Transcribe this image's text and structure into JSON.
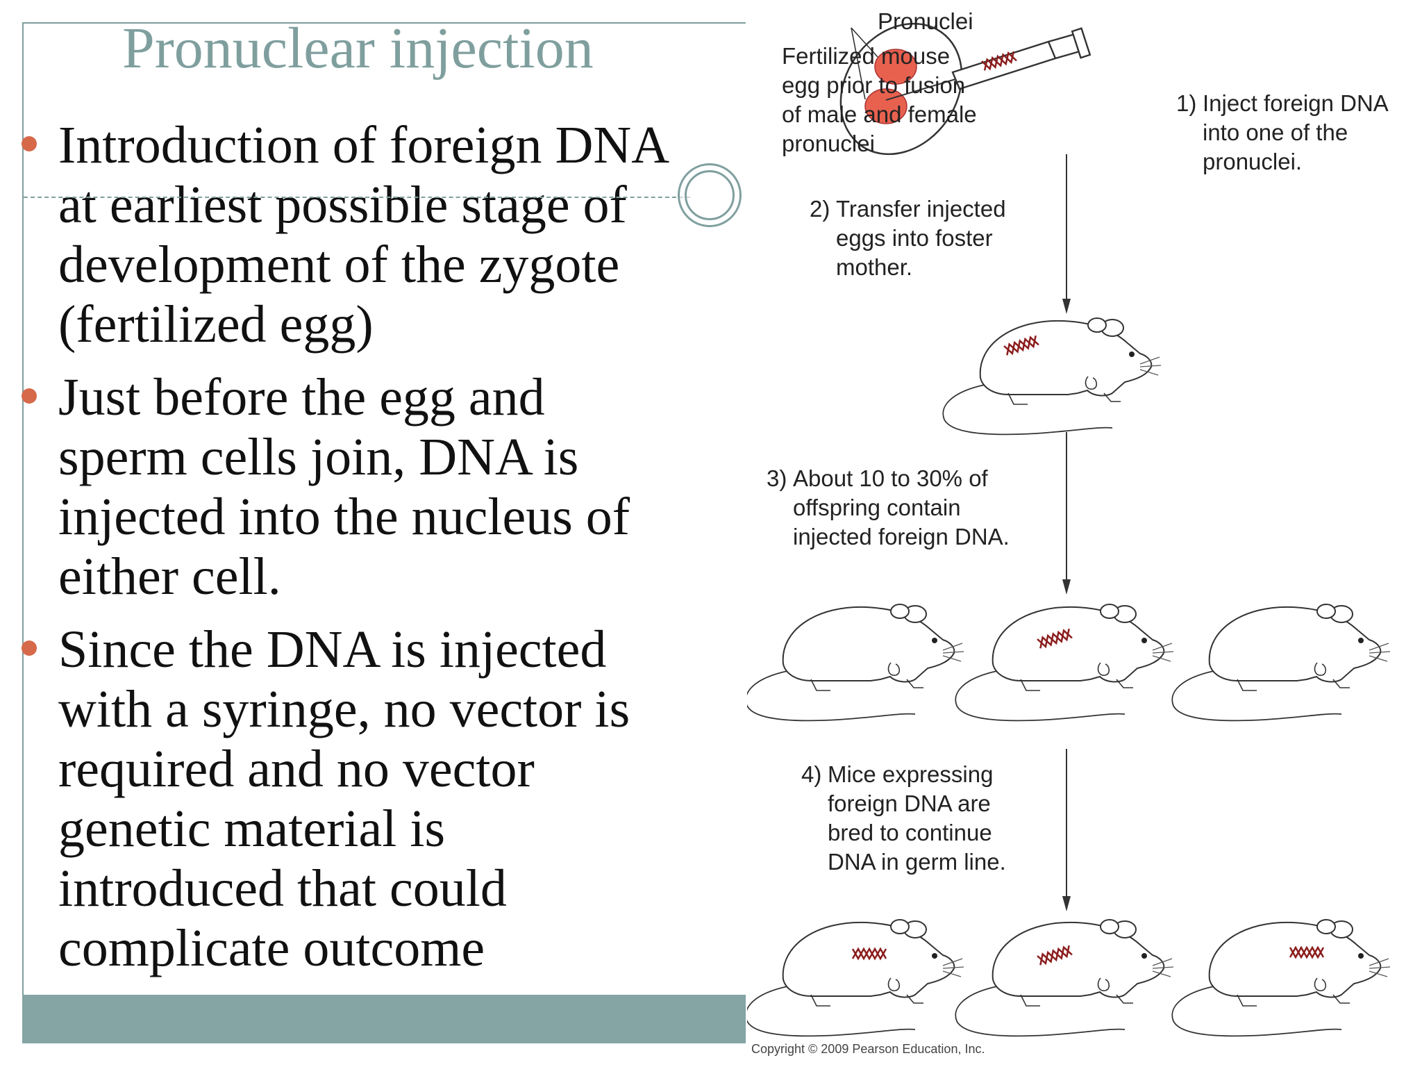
{
  "title": "Pronuclear injection",
  "bullets": [
    {
      "lines": [
        "Introduction of foreign DNA",
        "at earliest possible stage of",
        "development of the zygote",
        "(fertilized egg)"
      ]
    },
    {
      "lines": [
        "Just before the egg and",
        "sperm cells join, DNA is",
        "injected into the nucleus of",
        "either cell."
      ]
    },
    {
      "lines": [
        "Since the DNA is injected",
        "with a syringe, no vector is",
        "required and no vector",
        "genetic material is",
        "introduced that could",
        "complicate outcome"
      ]
    }
  ],
  "diagram": {
    "pronuclei_label": "Pronuclei",
    "egg_label": [
      "Fertilized mouse",
      "egg prior to fusion",
      "of male and female",
      "pronuclei"
    ],
    "steps": [
      {
        "num": "1)",
        "lines": [
          "Inject foreign DNA",
          "into one of the",
          "pronuclei."
        ]
      },
      {
        "num": "2)",
        "lines": [
          "Transfer injected",
          "eggs into foster",
          "mother."
        ]
      },
      {
        "num": "3)",
        "lines": [
          "About 10 to 30% of",
          "offspring contain",
          "injected foreign DNA."
        ]
      },
      {
        "num": "4)",
        "lines": [
          "Mice expressing",
          "foreign DNA are",
          "bred to continue",
          "DNA in germ line."
        ]
      }
    ],
    "copyright": "Copyright © 2009 Pearson Education, Inc."
  },
  "colors": {
    "accent": "#7f9f9e",
    "bar": "#85a4a4",
    "bullet": "#d6694a",
    "pronucleus": "#e8614f",
    "dna": "#8b1c1c"
  }
}
